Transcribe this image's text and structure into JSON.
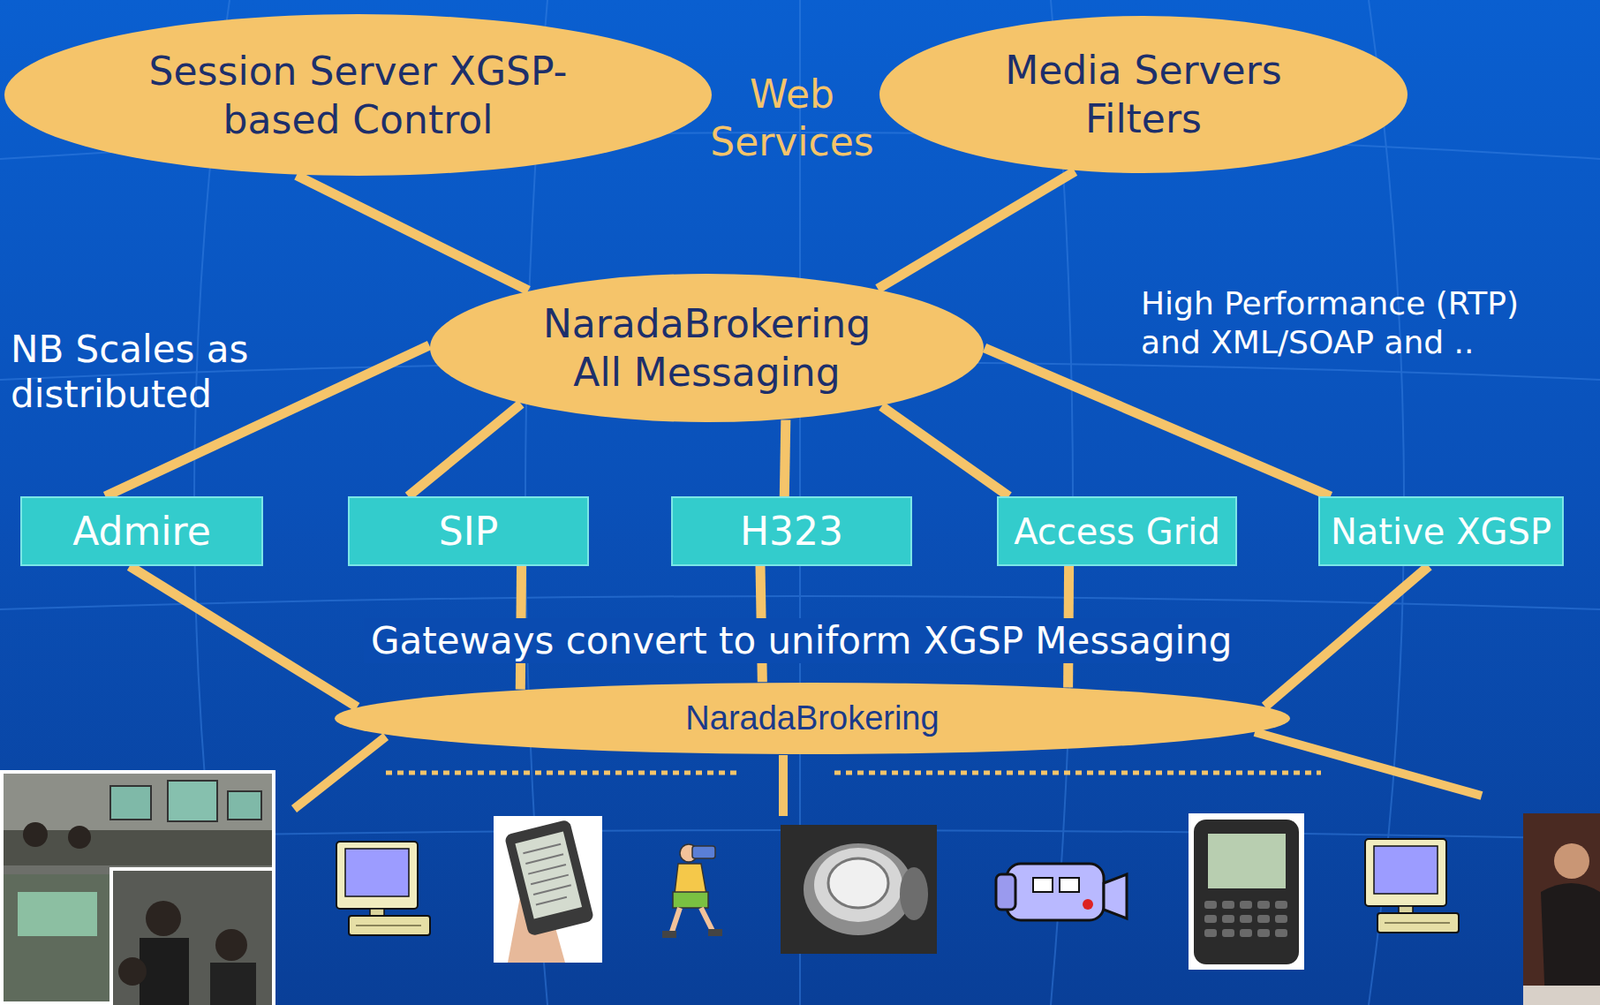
{
  "diagram": {
    "nodes": [
      {
        "text": [
          "Session Server XGSP-based Control"
        ]
      },
      {
        "text": [
          "Media Servers Filters"
        ]
      },
      {
        "text": [
          "NaradaBrokering All Messaging"
        ]
      },
      {
        "text": [
          "Admire"
        ]
      },
      {
        "text": [
          "SIP"
        ]
      },
      {
        "text": [
          "H323"
        ]
      },
      {
        "text": [
          "Access Grid"
        ]
      },
      {
        "text": [
          "Native XGSP"
        ]
      },
      {
        "text": [
          "NaradaBrokering"
        ]
      }
    ],
    "edges": [
      {
        "from": 0,
        "to": 2,
        "arrow": "none"
      },
      {
        "from": 1,
        "to": 2,
        "arrow": "none"
      },
      {
        "from": 2,
        "to": 3,
        "arrow": "none"
      },
      {
        "from": 2,
        "to": 4,
        "arrow": "none"
      },
      {
        "from": 2,
        "to": 5,
        "arrow": "none"
      },
      {
        "from": 2,
        "to": 6,
        "arrow": "none"
      },
      {
        "from": 2,
        "to": 7,
        "arrow": "none"
      },
      {
        "from": 3,
        "to": 8,
        "arrow": "none"
      },
      {
        "from": 4,
        "to": 8,
        "arrow": "none"
      },
      {
        "from": 5,
        "to": 8,
        "arrow": "none"
      },
      {
        "from": 6,
        "to": 8,
        "arrow": "none"
      },
      {
        "from": 7,
        "to": 8,
        "arrow": "none"
      }
    ],
    "labels": [
      "Web Services",
      "NB Scales as distributed",
      "High Performance (RTP) and XML/SOAP and ..",
      "Gateways convert to uniform XGSP Messaging"
    ]
  }
}
